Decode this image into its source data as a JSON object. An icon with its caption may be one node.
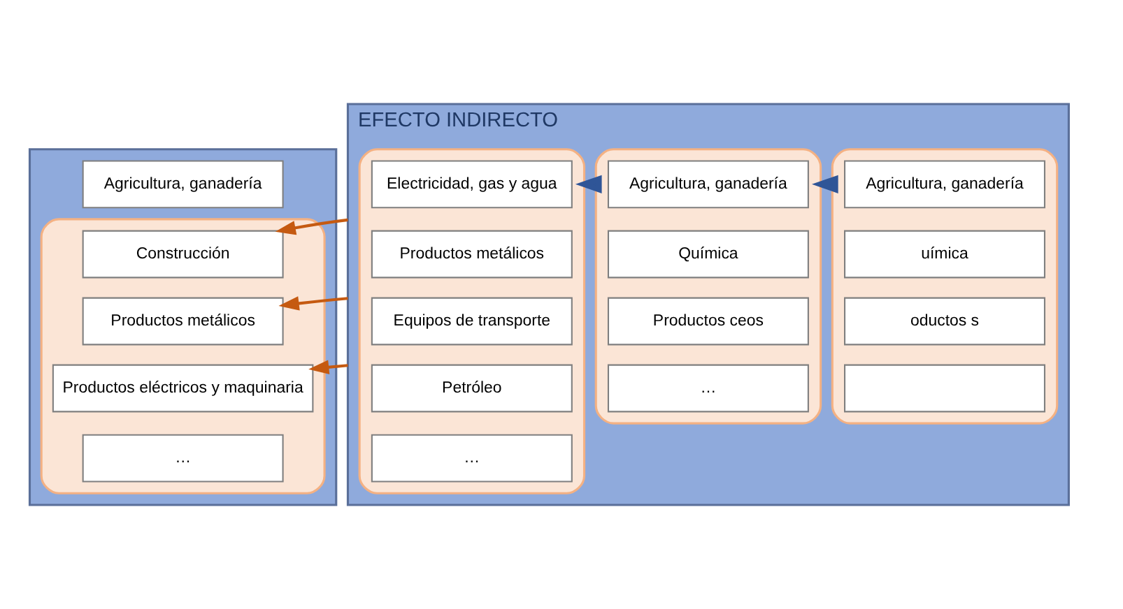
{
  "diagram": {
    "nodes": [
      {
        "text": [],
        "shape": "box"
      },
      {
        "text": [
          "Agricultura, ganadería"
        ],
        "in": 0
      },
      {
        "text": [],
        "shape": "box",
        "in": 0
      },
      {
        "text": [
          "Construcción"
        ],
        "in": 2
      },
      {
        "text": [
          "Productos metálicos"
        ],
        "in": 2
      },
      {
        "text": [
          "Productos eléctricos y maquinaria"
        ],
        "in": 2
      },
      {
        "text": [
          "…"
        ],
        "in": 2
      },
      {
        "text": [
          "EFECTO INDIRECTO"
        ]
      },
      {
        "text": [],
        "shape": "box",
        "in": 7
      },
      {
        "text": [
          "Agricultura, ganadería"
        ],
        "in": 8
      },
      {
        "text": [
          "uímica"
        ],
        "in": 8
      },
      {
        "text": [
          "oductos s"
        ],
        "in": 8
      },
      {
        "text": [],
        "shape": "box",
        "in": 8
      },
      {
        "text": [],
        "shape": "box",
        "in": 7
      },
      {
        "text": [
          "Agricultura, ganadería"
        ],
        "in": 13
      },
      {
        "text": [
          "Química"
        ],
        "in": 13
      },
      {
        "text": [
          "Productos ceos"
        ],
        "in": 13
      },
      {
        "text": [
          "…"
        ],
        "in": 13
      },
      {
        "text": [],
        "shape": "box",
        "in": 7
      },
      {
        "text": [
          "Electricidad, gas y agua"
        ],
        "in": 18
      },
      {
        "text": [
          "Productos metálicos"
        ],
        "in": 18
      },
      {
        "text": [
          "Equipos de transporte"
        ],
        "in": 18
      },
      {
        "text": [
          "Petróleo"
        ],
        "in": 18
      },
      {
        "text": [
          "…"
        ],
        "in": 18
      }
    ],
    "edges": [
      {
        "from": 7,
        "to": 3,
        "arrow": "to"
      },
      {
        "from": 7,
        "to": 4,
        "arrow": "to"
      },
      {
        "from": 7,
        "to": 5,
        "arrow": "to"
      },
      {
        "from": 8,
        "to": 13,
        "arrow": "to",
        "style": "thick",
        "color": "#2f5597"
      },
      {
        "from": 13,
        "to": 18,
        "arrow": "to",
        "style": "thick",
        "color": "#2f5597"
      }
    ]
  }
}
